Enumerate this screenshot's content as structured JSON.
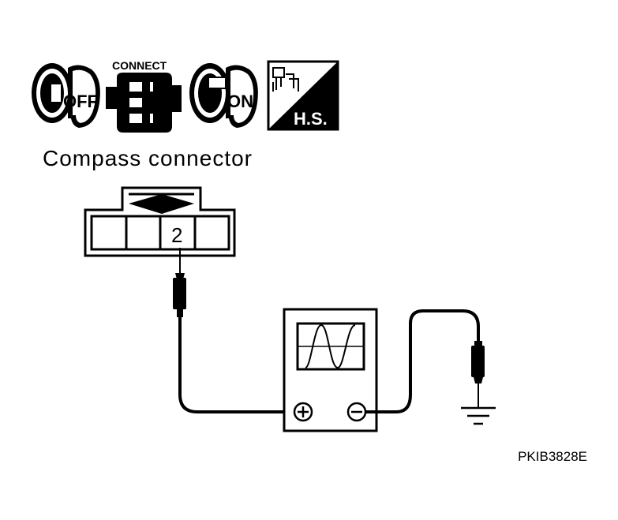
{
  "icons": {
    "key_off_label": "OFF",
    "connect_label": "CONNECT",
    "key_on_label": "ON",
    "hs_label": "H.S."
  },
  "connector": {
    "title": "Compass connector",
    "terminal": "2"
  },
  "figure_code": "PKIB3828E",
  "colors": {
    "ink": "#000000",
    "paper": "#ffffff"
  }
}
